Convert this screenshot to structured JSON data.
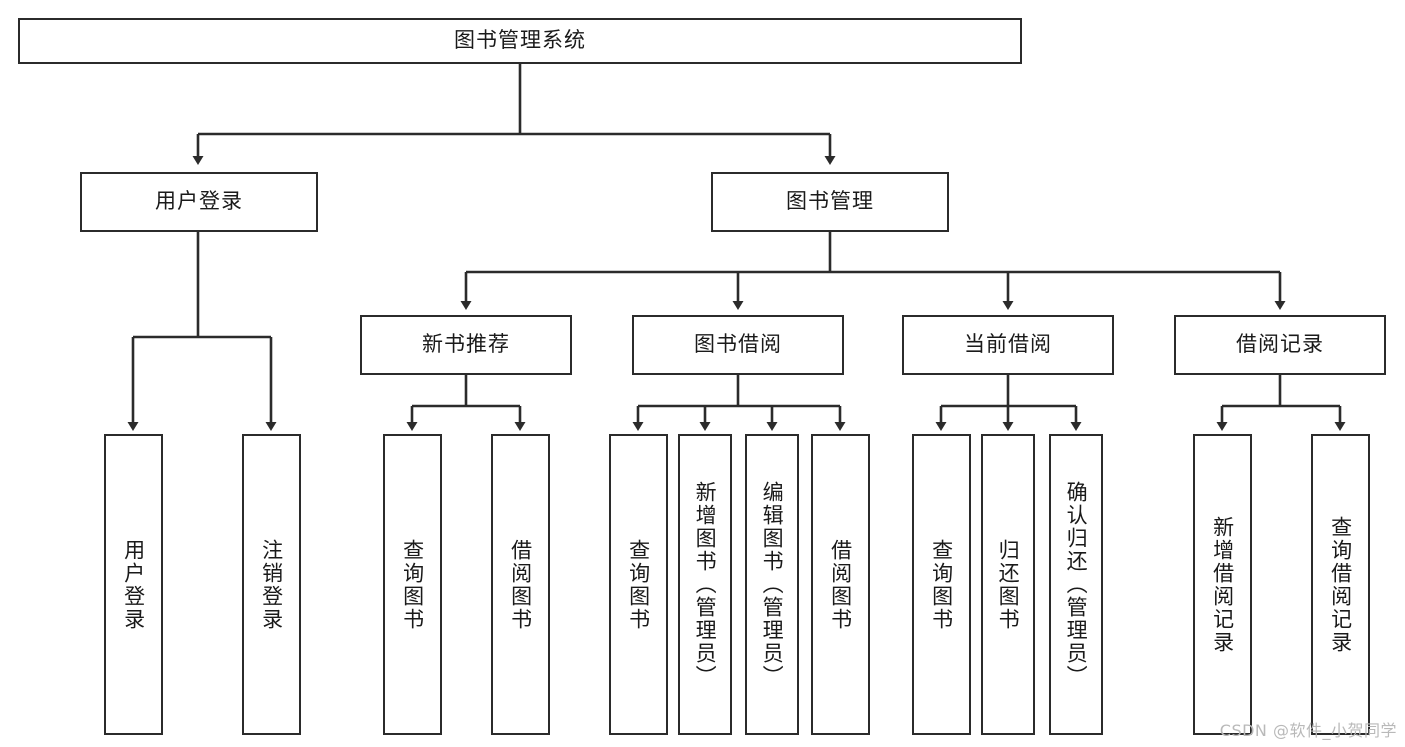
{
  "diagram": {
    "title": "图书管理系统",
    "watermark": "CSDN @软件_小贺同学",
    "line_color": "#2b2b2b",
    "box_fill": "#ffffff",
    "text_color": "#1a1a1a",
    "watermark_color": "#b9b9b9"
  },
  "nodes": {
    "root": {
      "label": "图书管理系统"
    },
    "level2": [
      {
        "label": "用户登录"
      },
      {
        "label": "图书管理"
      }
    ],
    "level3": [
      {
        "label": "新书推荐"
      },
      {
        "label": "图书借阅"
      },
      {
        "label": "当前借阅"
      },
      {
        "label": "借阅记录"
      }
    ],
    "leaves": {
      "user_login": [
        {
          "label": "用户登录"
        },
        {
          "label": "注销登录"
        }
      ],
      "new_book_recommend": [
        {
          "label": "查询图书"
        },
        {
          "label": "借阅图书"
        }
      ],
      "book_borrow": [
        {
          "label": "查询图书"
        },
        {
          "label": "新增图书（管理员）"
        },
        {
          "label": "编辑图书（管理员）"
        },
        {
          "label": "借阅图书"
        }
      ],
      "current_borrow": [
        {
          "label": "查询图书"
        },
        {
          "label": "归还图书"
        },
        {
          "label": "确认归还（管理员）"
        }
      ],
      "borrow_record": [
        {
          "label": "新增借阅记录"
        },
        {
          "label": "查询借阅记录"
        }
      ]
    }
  },
  "chart_data": {
    "type": "tree-diagram",
    "title": "图书管理系统",
    "root": "图书管理系统",
    "hierarchy": [
      {
        "name": "用户登录",
        "children": [
          "用户登录",
          "注销登录"
        ]
      },
      {
        "name": "图书管理",
        "children": [
          {
            "name": "新书推荐",
            "children": [
              "查询图书",
              "借阅图书"
            ]
          },
          {
            "name": "图书借阅",
            "children": [
              "查询图书",
              "新增图书（管理员）",
              "编辑图书（管理员）",
              "借阅图书"
            ]
          },
          {
            "name": "当前借阅",
            "children": [
              "查询图书",
              "归还图书",
              "确认归还（管理员）"
            ]
          },
          {
            "name": "借阅记录",
            "children": [
              "新增借阅记录",
              "查询借阅记录"
            ]
          }
        ]
      }
    ],
    "levels": 4,
    "total_nodes": 20
  }
}
